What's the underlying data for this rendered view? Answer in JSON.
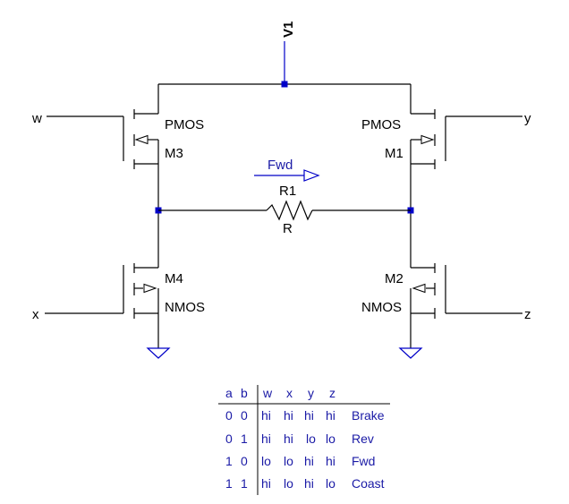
{
  "schematic": {
    "supply_label": "V1",
    "inputs": {
      "w": "w",
      "x": "x",
      "y": "y",
      "z": "z"
    },
    "transistors": {
      "m3": {
        "name": "M3",
        "type": "PMOS"
      },
      "m4": {
        "name": "M4",
        "type": "NMOS"
      },
      "m1": {
        "name": "M1",
        "type": "PMOS"
      },
      "m2": {
        "name": "M2",
        "type": "NMOS"
      }
    },
    "resistor": {
      "name": "R1",
      "value": "R"
    },
    "direction_label": "Fwd"
  },
  "truth_table": {
    "headers": [
      "a",
      "b",
      "w",
      "x",
      "y",
      "z"
    ],
    "rows": [
      {
        "a": "0",
        "b": "0",
        "w": "hi",
        "x": "hi",
        "y": "hi",
        "z": "hi",
        "mode": "Brake"
      },
      {
        "a": "0",
        "b": "1",
        "w": "hi",
        "x": "hi",
        "y": "lo",
        "z": "lo",
        "mode": "Rev"
      },
      {
        "a": "1",
        "b": "0",
        "w": "lo",
        "x": "lo",
        "y": "hi",
        "z": "hi",
        "mode": "Fwd"
      },
      {
        "a": "1",
        "b": "1",
        "w": "hi",
        "x": "lo",
        "y": "hi",
        "z": "lo",
        "mode": "Coast"
      }
    ]
  },
  "colors": {
    "wire": "#000000",
    "net_dot": "#0000c8",
    "annotation": "#1a1aa6"
  }
}
